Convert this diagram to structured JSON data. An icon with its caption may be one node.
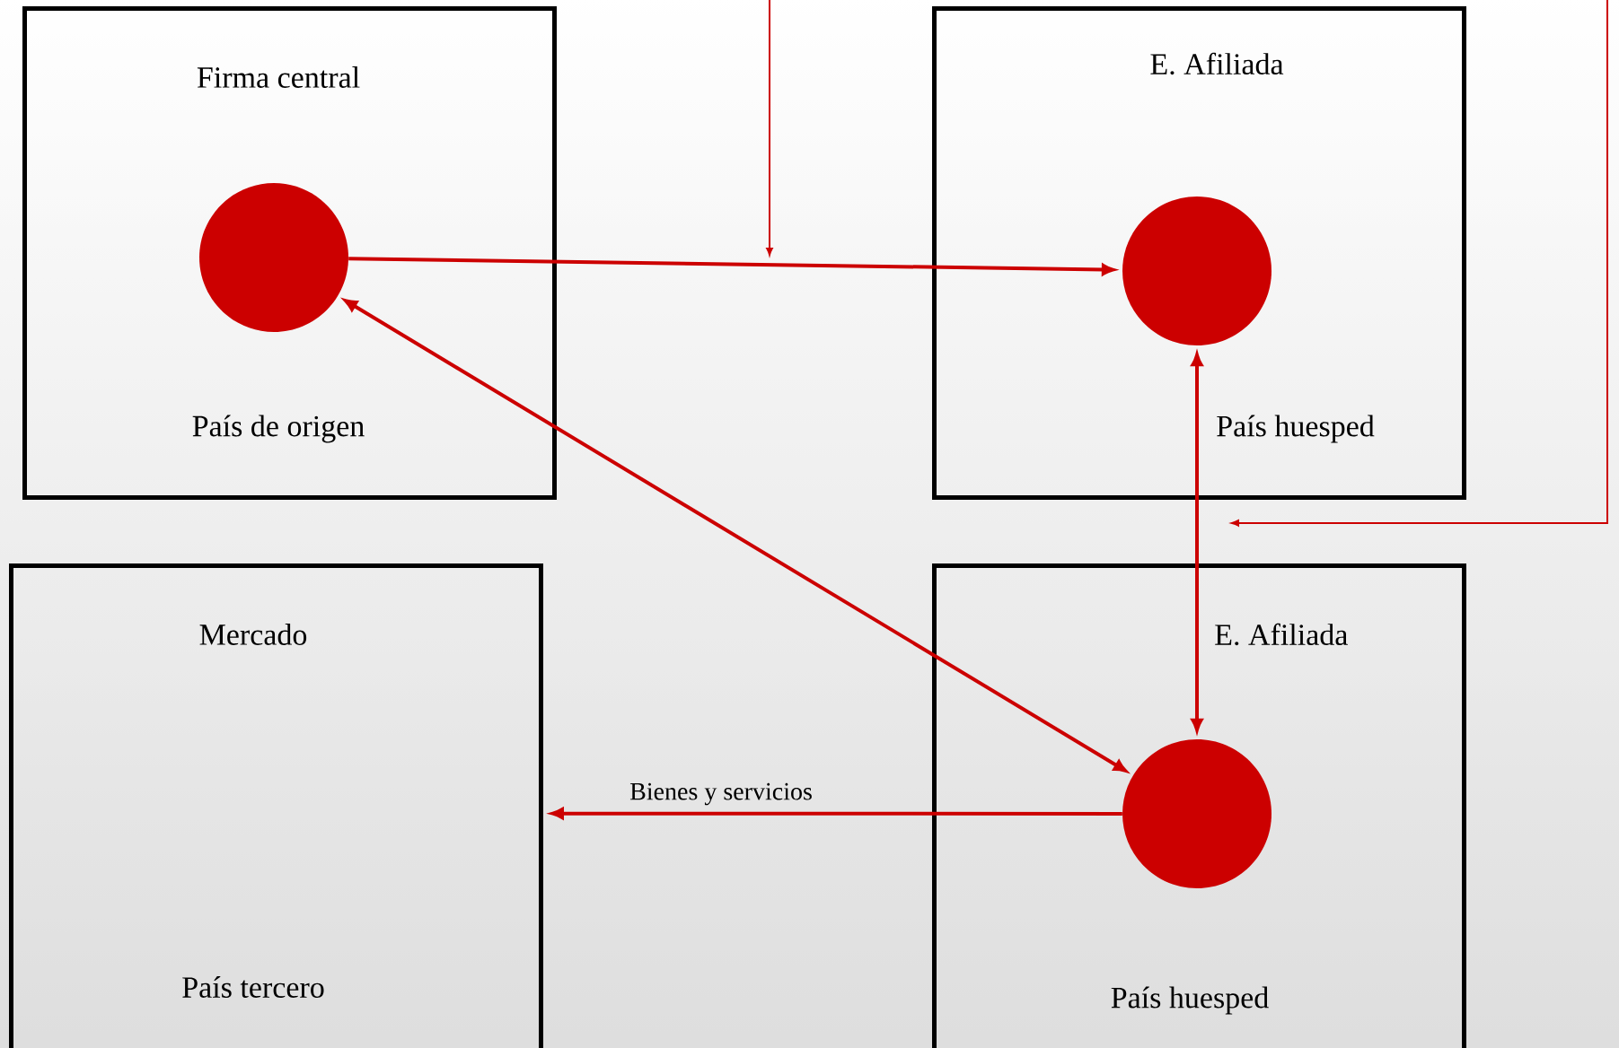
{
  "diagram": {
    "nodes": [
      {
        "text": [
          "Firma central",
          "País de origen"
        ]
      },
      {
        "text": [],
        "shape": "circle",
        "in": 0
      },
      {
        "text": [
          "E. Afiliada",
          "País huesped"
        ]
      },
      {
        "text": [],
        "shape": "circle",
        "in": 2
      },
      {
        "text": [
          "Mercado",
          "País tercero"
        ]
      },
      {
        "text": [
          "E. Afiliada",
          "País huesped"
        ]
      },
      {
        "text": [],
        "shape": "circle",
        "in": 5
      }
    ],
    "edges": [
      {
        "from": 1,
        "to": 3,
        "arrow": "to"
      },
      {
        "from": 1,
        "to": 6,
        "arrow": "both"
      },
      {
        "from": 3,
        "to": 6,
        "arrow": "both"
      },
      {
        "from": 6,
        "to": 4,
        "arrow": "to",
        "label": "Bienes y servicios"
      }
    ]
  }
}
